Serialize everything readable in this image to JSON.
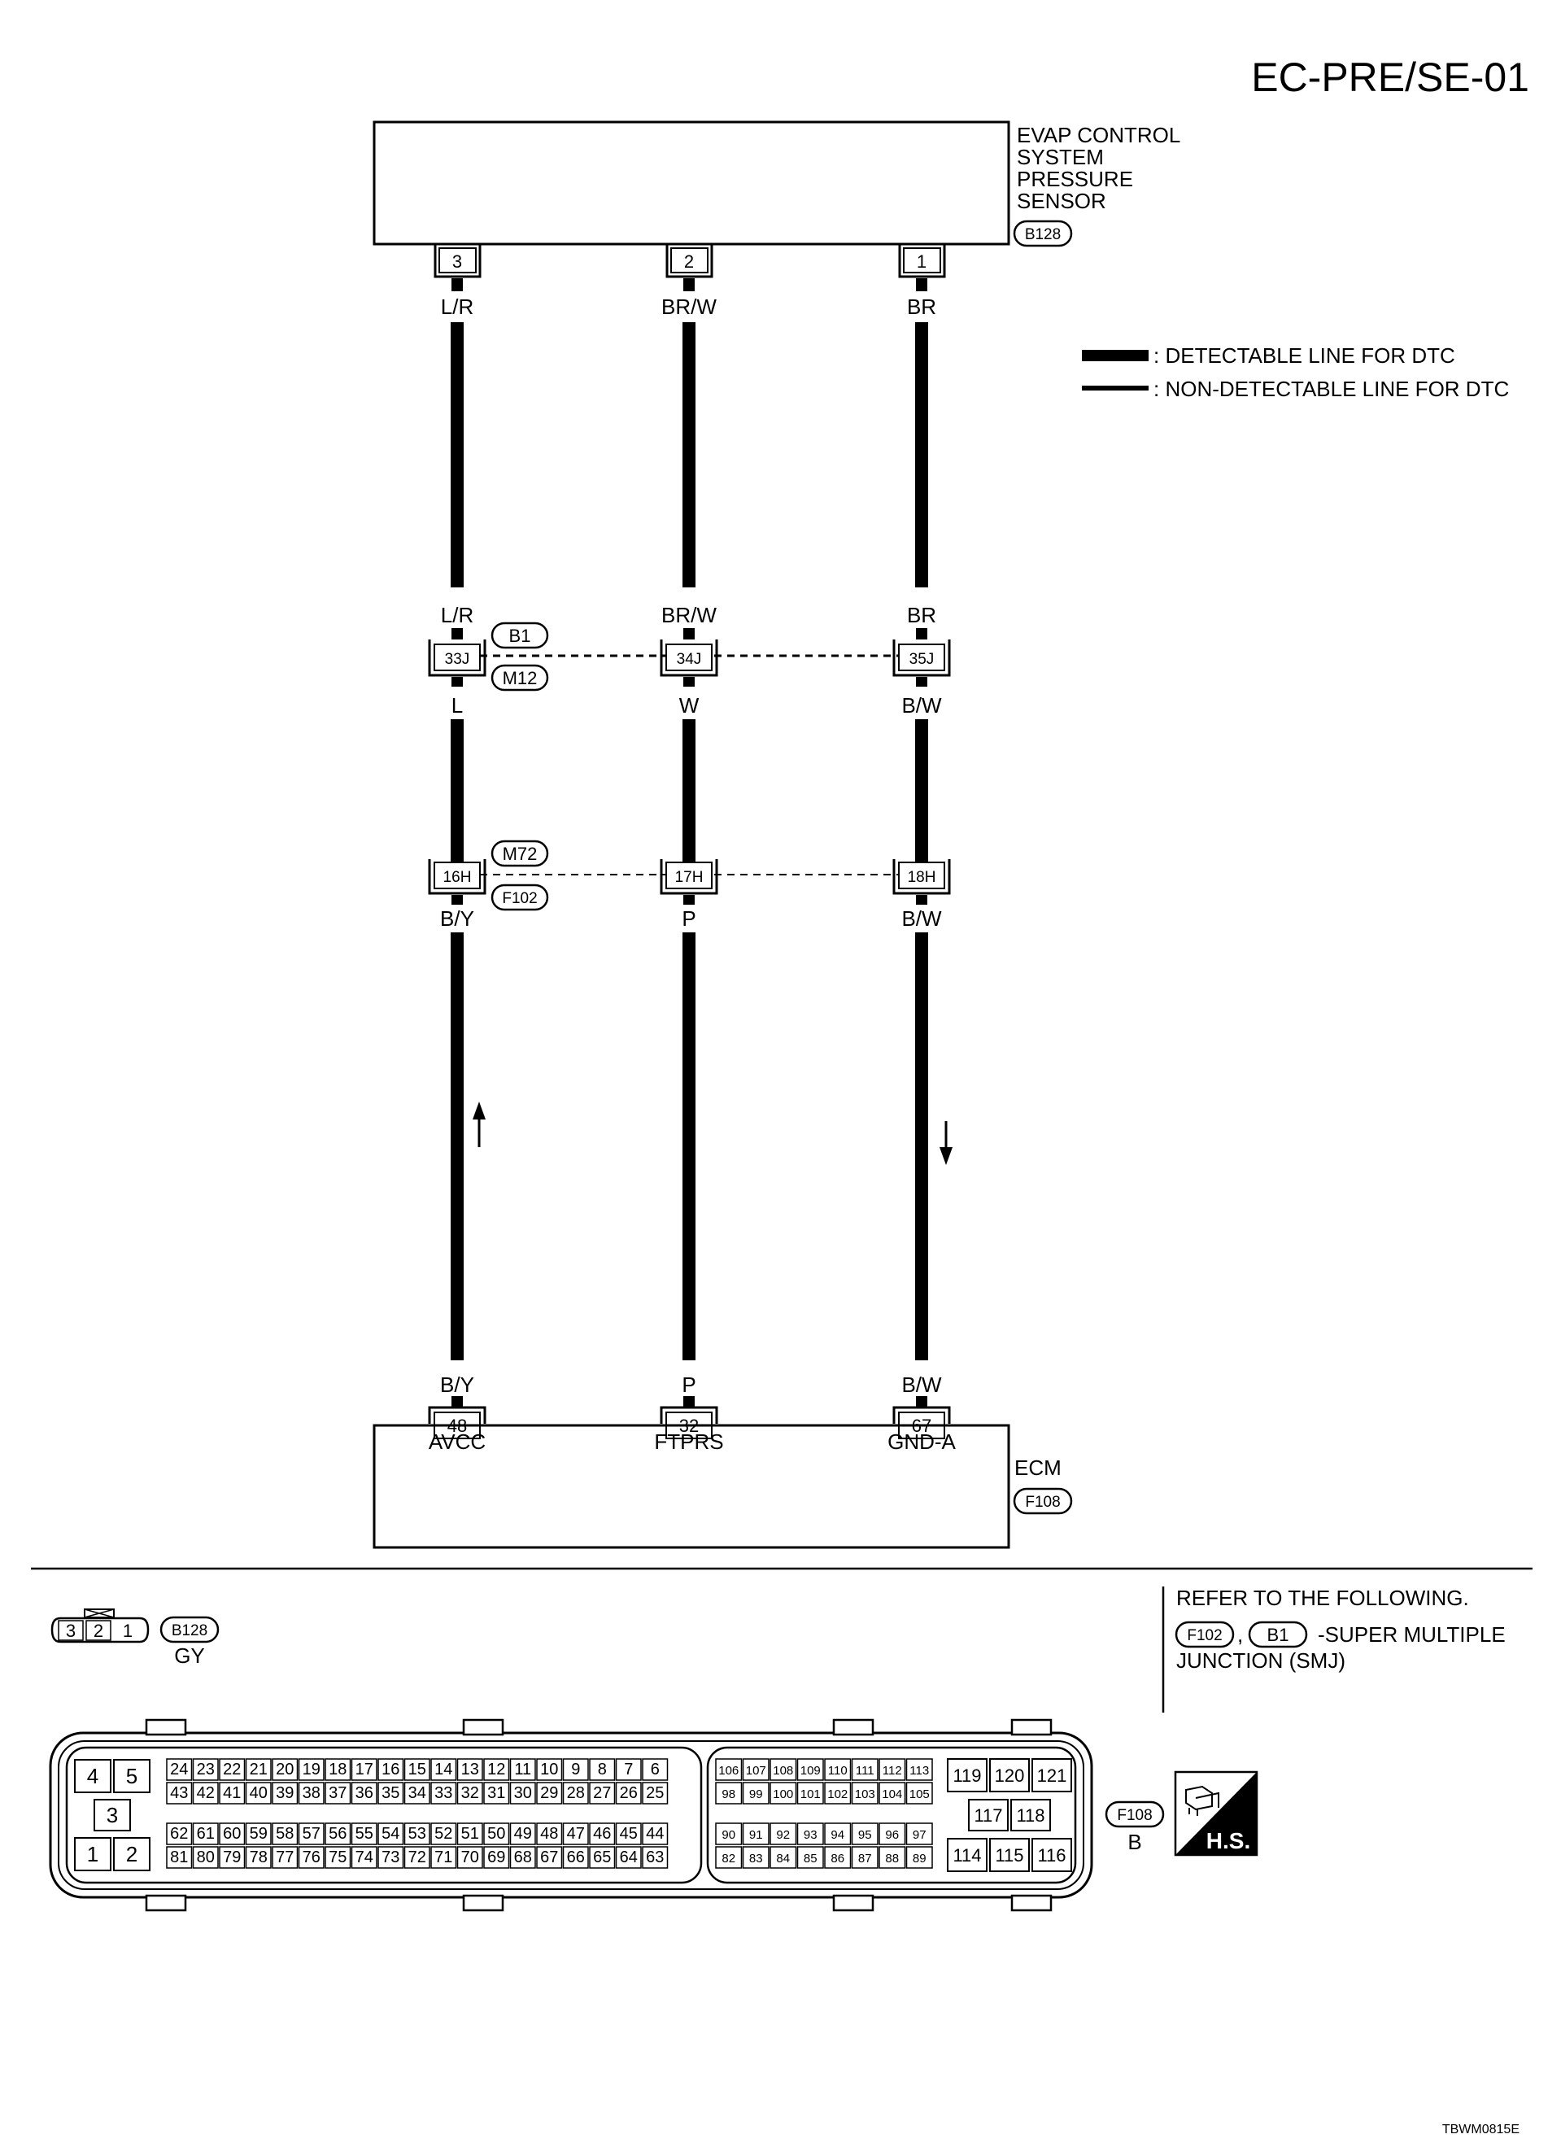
{
  "page_code": "EC-PRE/SE-01",
  "figure_code": "TBWM0815E",
  "sensor": {
    "name_lines": [
      "EVAP CONTROL",
      "SYSTEM",
      "PRESSURE",
      "SENSOR"
    ],
    "connector": "B128",
    "pins": [
      "3",
      "2",
      "1"
    ],
    "wire_colors": [
      "L/R",
      "BR/W",
      "BR"
    ]
  },
  "legend": {
    "detectable": ": DETECTABLE LINE FOR DTC",
    "non_detectable": ": NON-DETECTABLE LINE FOR DTC"
  },
  "junction1": {
    "connector_top": "B1",
    "connector_bottom": "M12",
    "pins": [
      "33J",
      "34J",
      "35J"
    ],
    "colors_above": [
      "L/R",
      "BR/W",
      "BR"
    ],
    "colors_below": [
      "L",
      "W",
      "B/W"
    ]
  },
  "junction2": {
    "connector_top": "M72",
    "connector_bottom": "F102",
    "pins": [
      "16H",
      "17H",
      "18H"
    ],
    "colors_below": [
      "B/Y",
      "P",
      "B/W"
    ]
  },
  "ecm": {
    "name": "ECM",
    "connector": "F108",
    "wire_colors": [
      "B/Y",
      "P",
      "B/W"
    ],
    "pins": [
      "48",
      "32",
      "67"
    ],
    "terminals": [
      "AVCC",
      "FTPRS",
      "GND-A"
    ]
  },
  "reference": {
    "line1": "REFER TO THE FOLLOWING.",
    "conn_a": "F102",
    "conn_b": "B1",
    "suffix": "-SUPER MULTIPLE",
    "line3": "JUNCTION (SMJ)"
  },
  "b128_face": {
    "pins": [
      "3",
      "2",
      "1"
    ],
    "connector": "B128",
    "color": "GY"
  },
  "f108_face": {
    "connector": "F108",
    "color": "B",
    "badge": "H.S.",
    "left": {
      "top": [
        "4",
        "5"
      ],
      "mid": [
        "3"
      ],
      "bottom": [
        "1",
        "2"
      ]
    },
    "block1": {
      "row1": [
        "24",
        "23",
        "22",
        "21",
        "20",
        "19",
        "18",
        "17",
        "16",
        "15",
        "14",
        "13",
        "12",
        "11",
        "10",
        "9",
        "8",
        "7",
        "6"
      ],
      "row2": [
        "43",
        "42",
        "41",
        "40",
        "39",
        "38",
        "37",
        "36",
        "35",
        "34",
        "33",
        "32",
        "31",
        "30",
        "29",
        "28",
        "27",
        "26",
        "25"
      ],
      "row3": [
        "62",
        "61",
        "60",
        "59",
        "58",
        "57",
        "56",
        "55",
        "54",
        "53",
        "52",
        "51",
        "50",
        "49",
        "48",
        "47",
        "46",
        "45",
        "44"
      ],
      "row4": [
        "81",
        "80",
        "79",
        "78",
        "77",
        "76",
        "75",
        "74",
        "73",
        "72",
        "71",
        "70",
        "69",
        "68",
        "67",
        "66",
        "65",
        "64",
        "63"
      ]
    },
    "block2": {
      "row1": [
        "106",
        "107",
        "108",
        "109",
        "110",
        "111",
        "112",
        "113"
      ],
      "row2": [
        "98",
        "99",
        "100",
        "101",
        "102",
        "103",
        "104",
        "105"
      ],
      "row3": [
        "90",
        "91",
        "92",
        "93",
        "94",
        "95",
        "96",
        "97"
      ],
      "row4": [
        "82",
        "83",
        "84",
        "85",
        "86",
        "87",
        "88",
        "89"
      ]
    },
    "right": {
      "top": [
        "119",
        "120",
        "121"
      ],
      "mid": [
        "117",
        "118"
      ],
      "bottom": [
        "114",
        "115",
        "116"
      ]
    }
  }
}
